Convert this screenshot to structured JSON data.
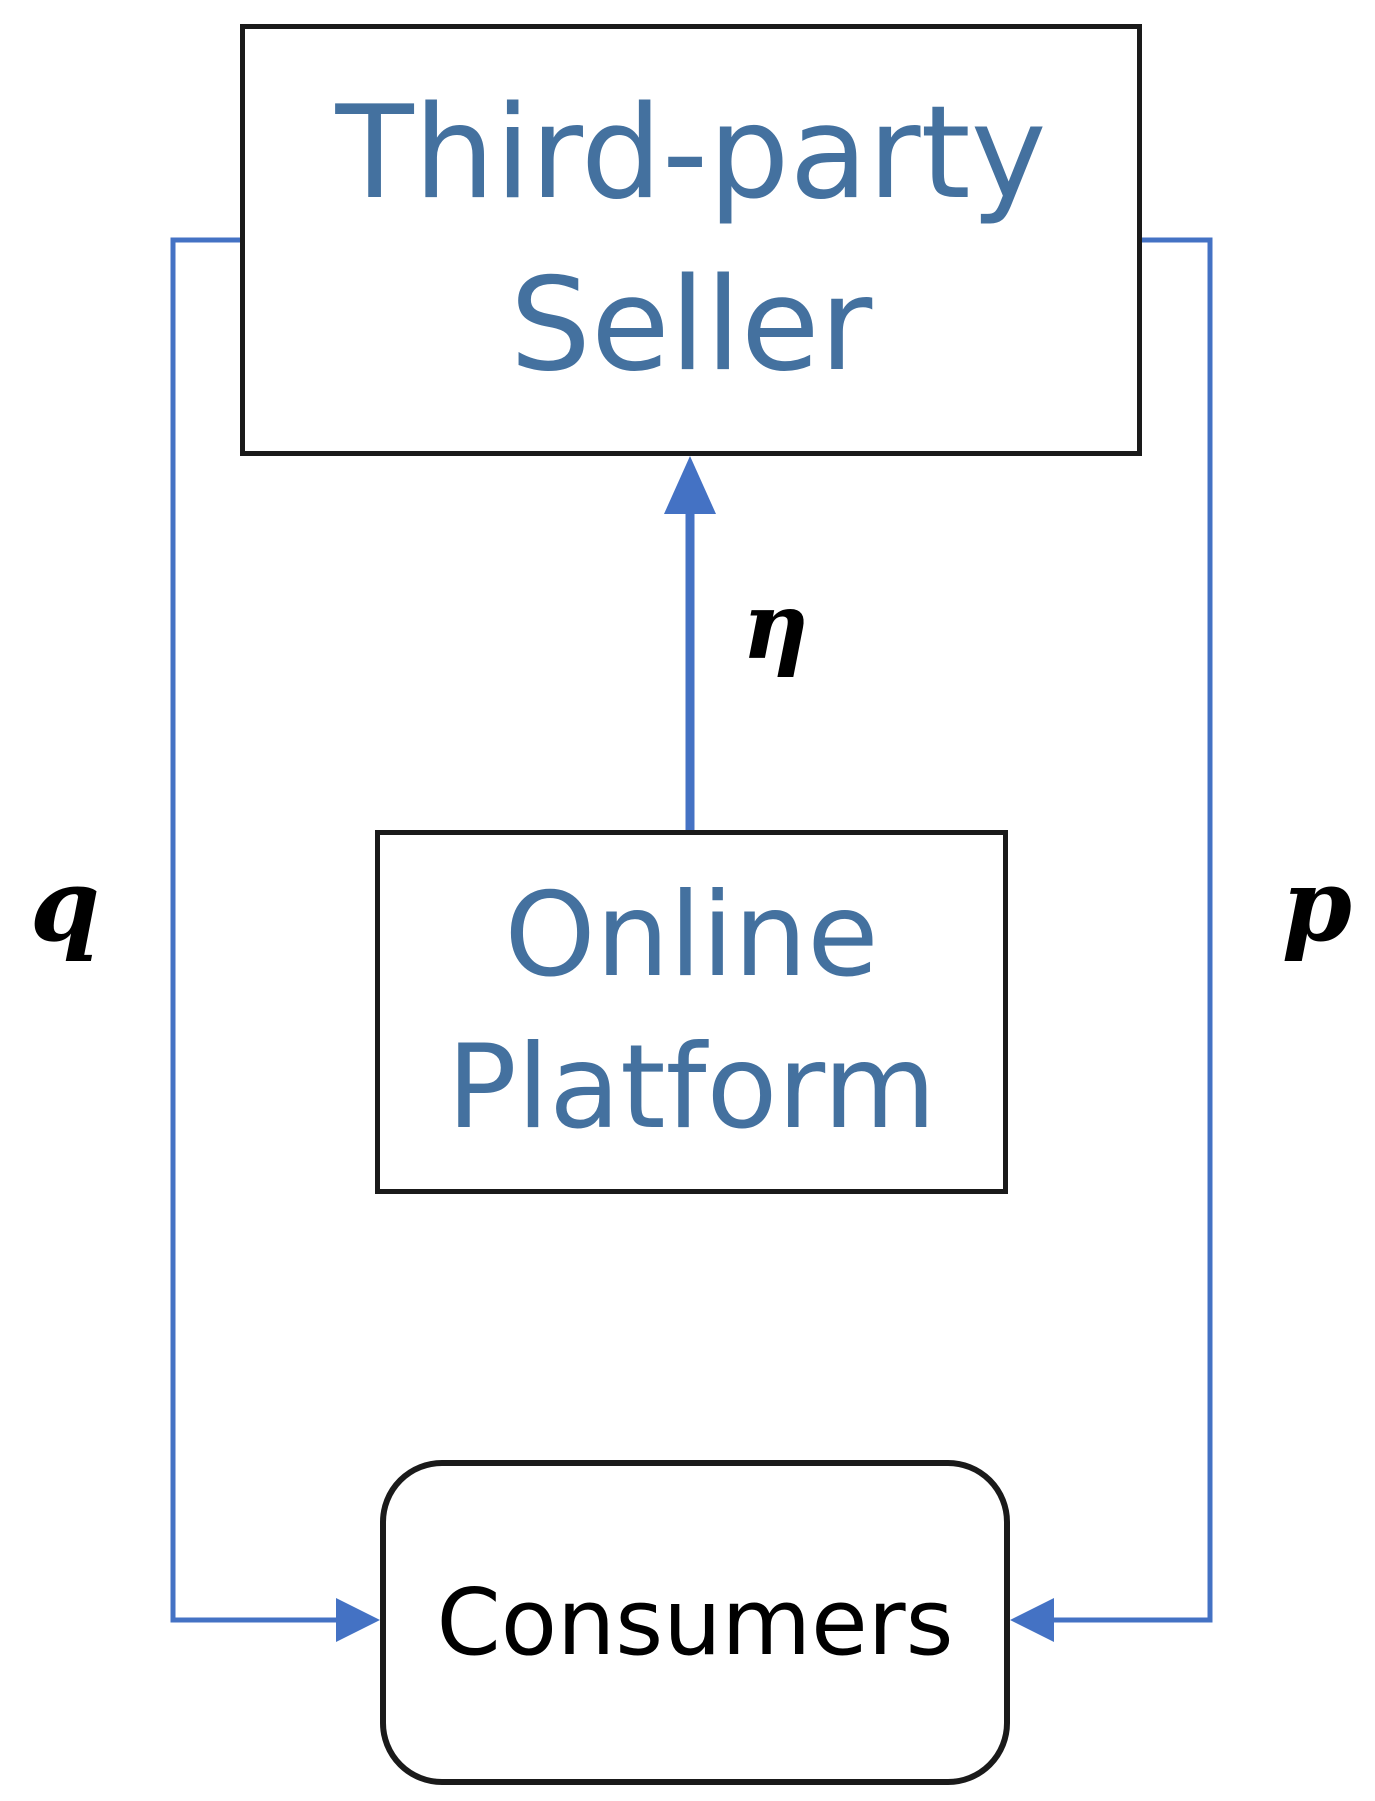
{
  "colors": {
    "arrow": "#4472C4",
    "box_text_blue": "#44719F",
    "box_text_dark": "#000000",
    "border": "#1a1a1a"
  },
  "nodes": {
    "seller": {
      "line1": "Third-party",
      "line2": "Seller"
    },
    "platform": {
      "line1": "Online",
      "line2": "Platform"
    },
    "consumers": {
      "label": "Consumers"
    }
  },
  "edges": {
    "platform_to_seller": {
      "label": "η"
    },
    "seller_to_consumers_left": {
      "label": "q"
    },
    "seller_to_consumers_right": {
      "label": "p"
    }
  }
}
